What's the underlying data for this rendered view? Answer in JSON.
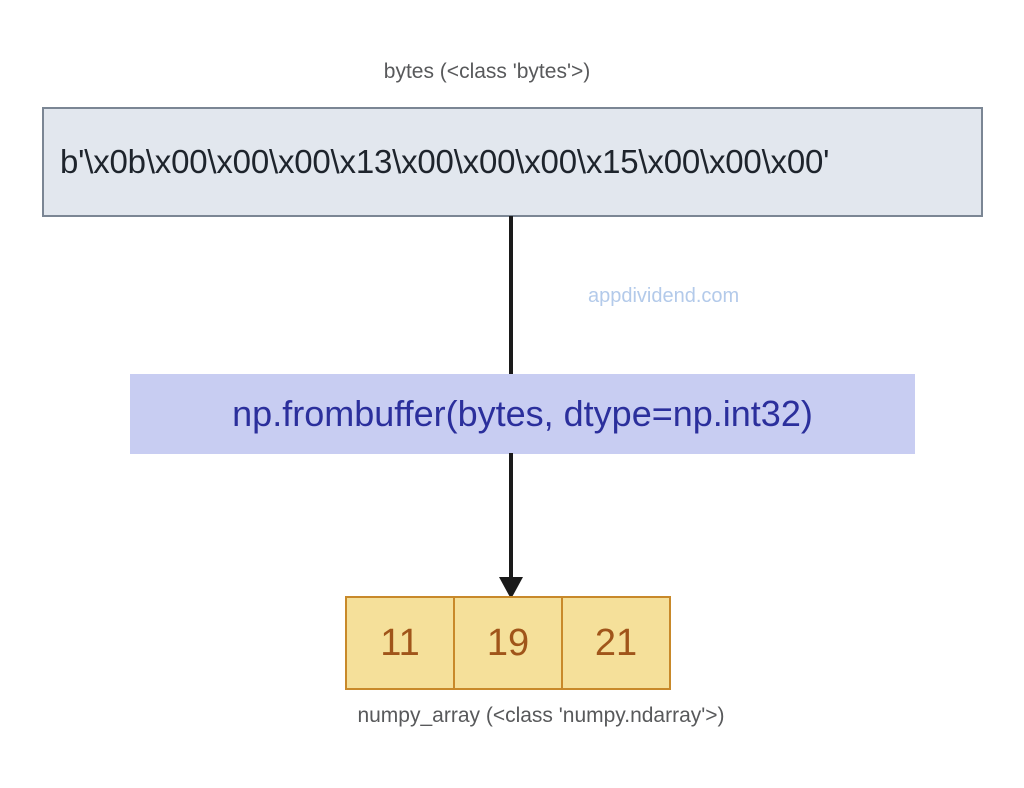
{
  "diagram": {
    "background_color": "#ffffff",
    "title_top": "bytes (<class 'bytes'>)",
    "title_bottom": "numpy_array (<class 'numpy.ndarray'>)",
    "watermark": "appdividend.com",
    "watermark_color": "#b3caea"
  },
  "bytes_node": {
    "caption": "bytes (<class 'bytes'>)",
    "value": "b'\\x0b\\x00\\x00\\x00\\x13\\x00\\x00\\x00\\x15\\x00\\x00\\x00'",
    "fill_color": "#e2e7ee",
    "border_color": "#7b8694",
    "text_color": "#1e242c"
  },
  "function_node": {
    "label": "np.frombuffer(bytes, dtype=np.int32)",
    "fill_color": "#c8cdf2",
    "text_color": "#2b2f9c"
  },
  "array_node": {
    "caption": "numpy_array (<class 'numpy.ndarray'>)",
    "cells": [
      {
        "value": "11"
      },
      {
        "value": "19"
      },
      {
        "value": "21"
      }
    ],
    "fill_color": "#f5e09a",
    "border_color": "#c8892a",
    "text_color": "#a0551a"
  },
  "connectors": {
    "top_arrow": {
      "has_arrowhead": false,
      "color": "#1a1a1a"
    },
    "bottom_arrow": {
      "has_arrowhead": true,
      "color": "#1a1a1a"
    }
  }
}
